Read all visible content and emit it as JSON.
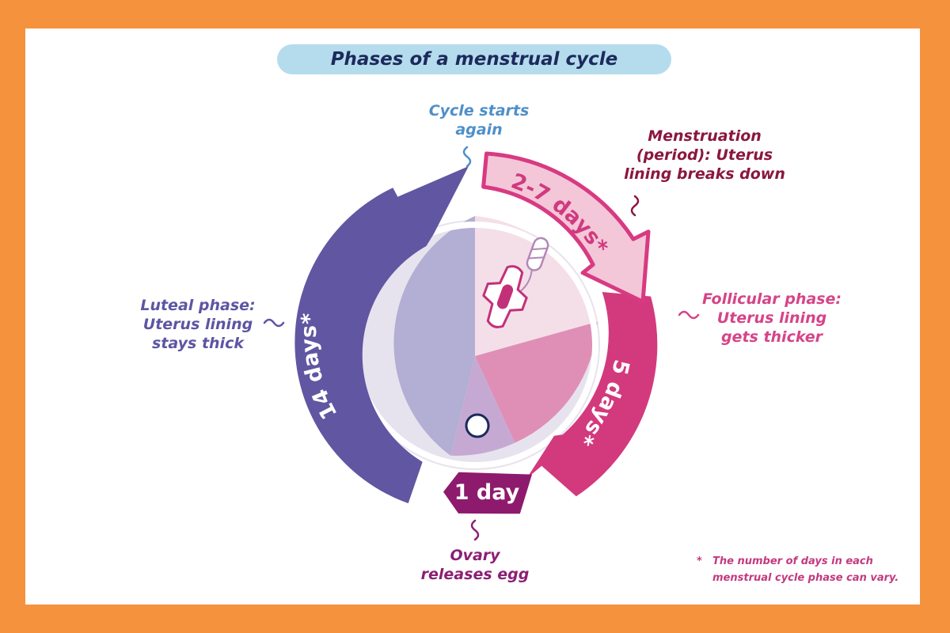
{
  "title": "Phases of a menstrual cycle",
  "labels": {
    "cycle_start": [
      "Cycle starts",
      "again"
    ],
    "menstruation": [
      "Menstruation",
      "(period): Uterus",
      "lining breaks down"
    ],
    "follicular": [
      "Follicular phase:",
      "Uterus lining",
      "gets thicker"
    ],
    "luteal": [
      "Luteal phase:",
      "Uterus lining",
      "stays thick"
    ],
    "ovulation": [
      "Ovary",
      "releases egg"
    ]
  },
  "durations": {
    "menstruation": "2-7 days*",
    "follicular": "5 days*",
    "ovulation": "1 day",
    "luteal": "14 days*"
  },
  "footnote": {
    "marker": "*",
    "text": "The number of days in each menstrual cycle phase can vary."
  },
  "colors": {
    "background": "#f5923e",
    "title_pill": "#b5dcec",
    "title_text": "#1c2a5c",
    "menstruation_arrow": "#f3c7d8",
    "menstruation_outline": "#d83a82",
    "follicular_arrow": "#d3397d",
    "ovulation_arrow": "#8e1a6e",
    "luteal_arrow": "#6156a2",
    "wedge_menstruation": "#f4dfe8",
    "wedge_follicular": "#df8fb6",
    "wedge_ovulation": "#c6a9d3",
    "wedge_luteal": "#b3aed3",
    "cycle_start_text": "#4f8fc9",
    "menstruation_text": "#8a1740",
    "follicular_text": "#d64488",
    "luteal_text": "#5d55a3",
    "ovulation_text": "#8c1f74"
  },
  "icons": [
    "sanitary-pad-icon",
    "tampon-icon",
    "egg-icon"
  ]
}
